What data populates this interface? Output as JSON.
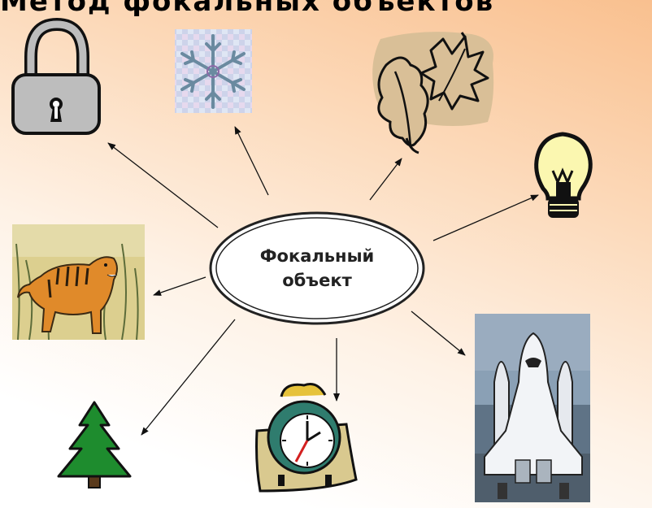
{
  "title": "Метод фокальных объектов",
  "center_label": {
    "line1": "Фокальный",
    "line2": "объект"
  },
  "colors": {
    "background_peach": "#f9c08f",
    "tree_green": "#1e8c2e",
    "lock_gray": "#bdbdbd",
    "bulb_yellow": "#fbf7b0",
    "clock_teal": "#2f7c6e",
    "shuttle_bg_blue": "#7f93a7"
  },
  "objects": [
    {
      "name": "lock",
      "icon": "padlock-icon"
    },
    {
      "name": "snowflake",
      "icon": "snowflake-icon"
    },
    {
      "name": "leaves",
      "icon": "leaves-icon"
    },
    {
      "name": "light bulb",
      "icon": "light-bulb-icon"
    },
    {
      "name": "tiger",
      "icon": "tiger-icon"
    },
    {
      "name": "space shuttle",
      "icon": "space-shuttle-icon"
    },
    {
      "name": "fir tree",
      "icon": "fir-tree-icon"
    },
    {
      "name": "alarm clock",
      "icon": "alarm-clock-icon"
    }
  ]
}
